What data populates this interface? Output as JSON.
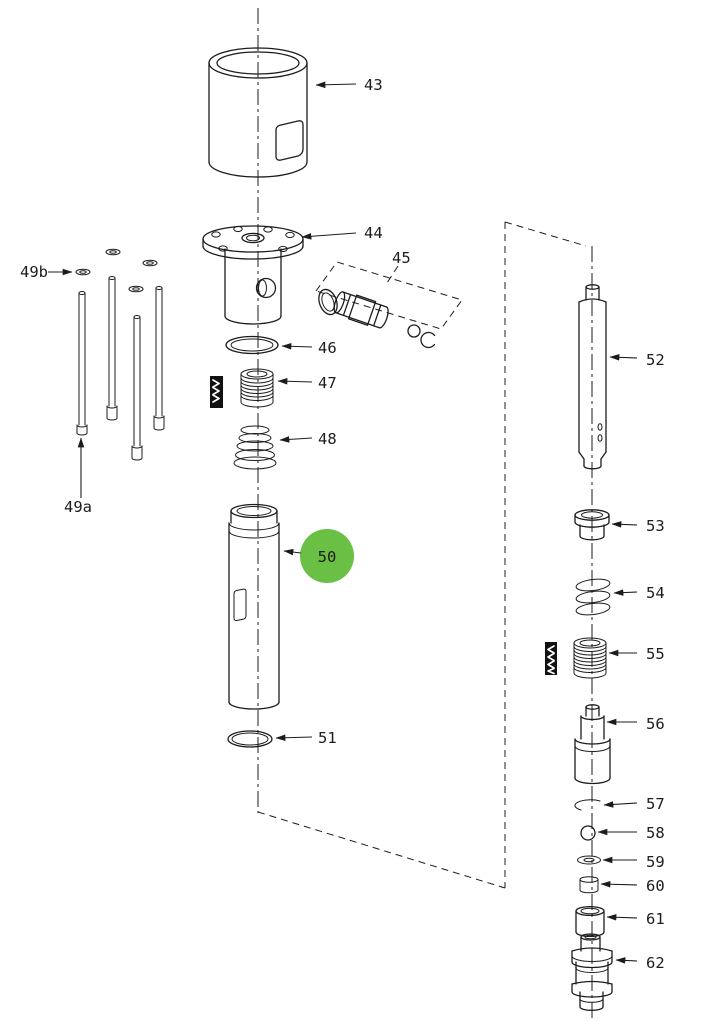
{
  "diagram": {
    "background": "#ffffff",
    "line_color": "#1c1c1c",
    "highlight_green": "#6abf45",
    "label_green": "#3e8a22"
  },
  "parts": {
    "p43": {
      "label": "43"
    },
    "p44": {
      "label": "44"
    },
    "p45": {
      "label": "45"
    },
    "p46": {
      "label": "46"
    },
    "p47": {
      "label": "47"
    },
    "p48": {
      "label": "48"
    },
    "p49a": {
      "label": "49a"
    },
    "p49b": {
      "label": "49b"
    },
    "p50": {
      "label": "50"
    },
    "p51": {
      "label": "51"
    },
    "p52": {
      "label": "52"
    },
    "p53": {
      "label": "53"
    },
    "p54": {
      "label": "54"
    },
    "p55": {
      "label": "55"
    },
    "p56": {
      "label": "56"
    },
    "p57": {
      "label": "57"
    },
    "p58": {
      "label": "58"
    },
    "p59": {
      "label": "59"
    },
    "p60": {
      "label": "60"
    },
    "p61": {
      "label": "61"
    },
    "p62": {
      "label": "62"
    }
  }
}
